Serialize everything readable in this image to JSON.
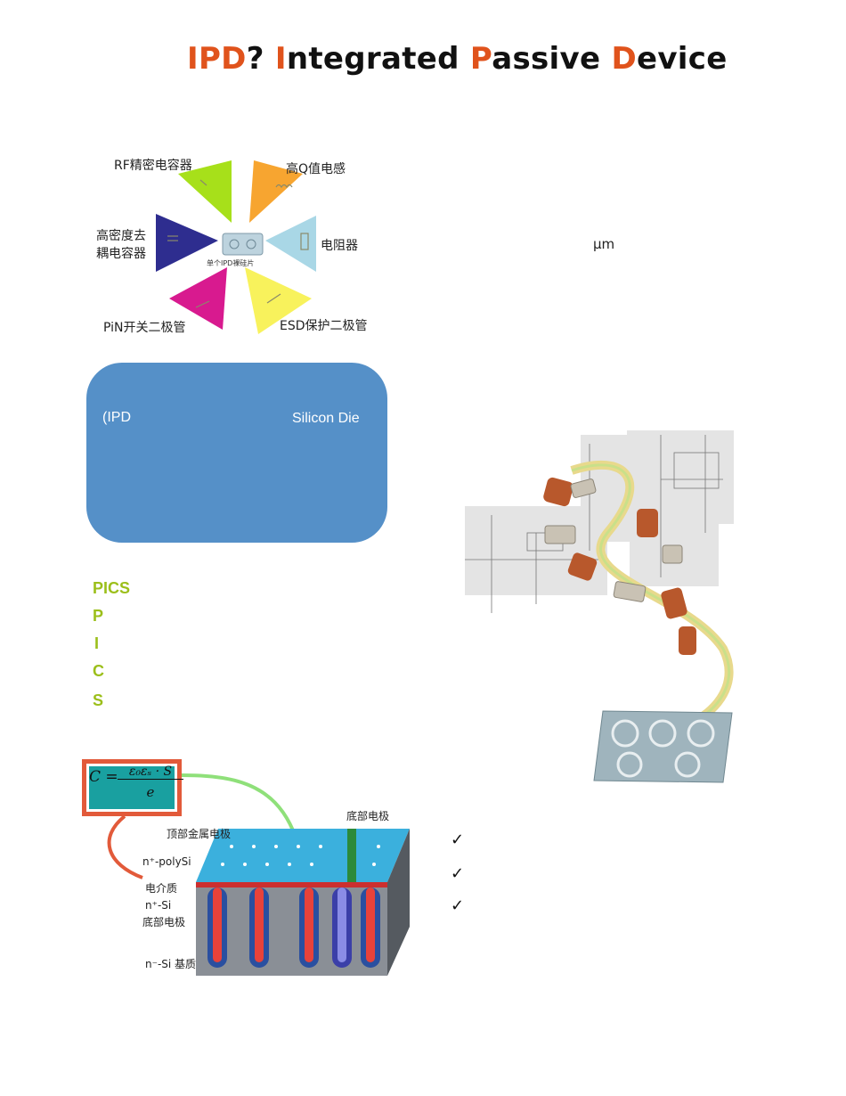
{
  "title": {
    "p1": "IPD",
    "p2": "? ",
    "p3": "I",
    "p4": "ntegrated ",
    "p5": "P",
    "p6": "assive ",
    "p7": "D",
    "p8": "evice"
  },
  "arrows": {
    "rf_cap": "RF精密电容器",
    "high_q": "高Q值电感",
    "decap_line1": "高密度去",
    "decap_line2": "耦电容器",
    "resistor": "电阻器",
    "pin": "PiN开关二极管",
    "esd": "ESD保护二极管",
    "center": "单个IPD裸硅片"
  },
  "micron": "μm",
  "blue_box": {
    "left_text": "(IPD",
    "right_text": "Silicon Die"
  },
  "pics": [
    "PICS",
    "P",
    "I",
    "C",
    "S"
  ],
  "checks": [
    "✓",
    "✓",
    "✓"
  ],
  "trench": {
    "top_metal": "顶部金属电极",
    "bottom_electrode_top": "底部电极",
    "polysi": "n⁺-polySi",
    "dielectric": "电介质",
    "nsi": "n⁺-Si",
    "bottom_electrode": "底部电极",
    "substrate": "n⁻-Si 基质",
    "formula_c": "C =",
    "formula_num": "ε₀εₛ · S",
    "formula_den": "e"
  },
  "colors": {
    "accent": "#e0531c",
    "pics_green": "#9cbf1b",
    "blue_box": "#5590c8"
  }
}
